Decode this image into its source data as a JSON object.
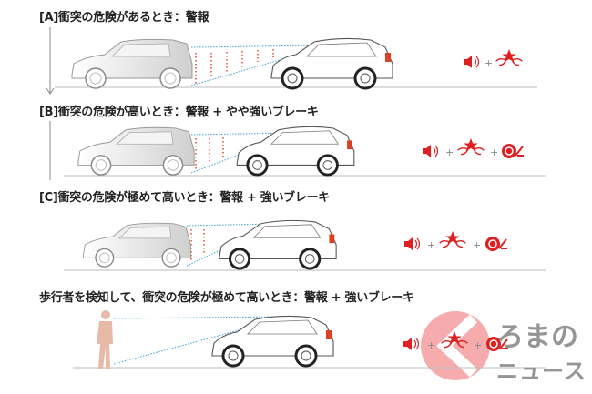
{
  "sections": [
    {
      "label": "[A]衝突の危険があるとき：警報",
      "actions": [
        "warning-sound",
        "collision"
      ]
    },
    {
      "label": "[B]衝突の危険が高いとき：警報 + やや強いブレーキ",
      "actions": [
        "warning-sound",
        "collision",
        "brake"
      ]
    },
    {
      "label": "[C]衝突の危険が極めて高いとき：警報 + 強いブレーキ",
      "actions": [
        "warning-sound",
        "collision",
        "brake"
      ]
    },
    {
      "label": "歩行者を検知して、衝突の危険が極めて高いとき：警報 + 強いブレーキ",
      "actions": [
        "warning-sound",
        "collision",
        "brake"
      ]
    }
  ],
  "plus": "+",
  "watermark": {
    "line1": "ろまの",
    "line2": "ニュース"
  },
  "colors": {
    "accent": "#e02020",
    "beam_blue": "#3aa6d8",
    "text": "#222222"
  }
}
